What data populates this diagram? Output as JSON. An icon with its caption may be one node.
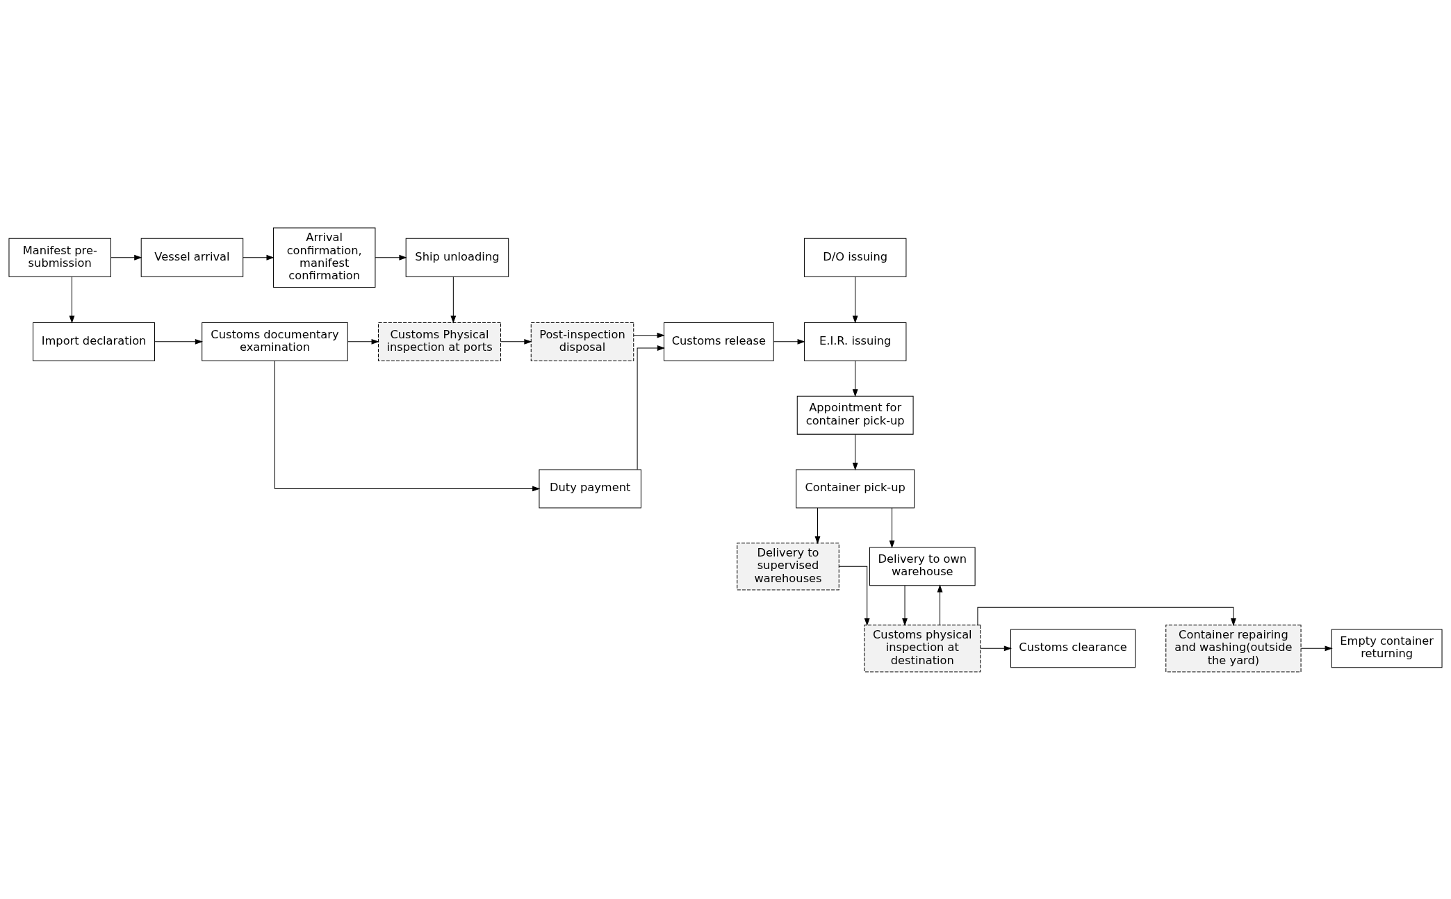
{
  "diagram": {
    "nodes": [
      {
        "text": [
          "Manifest pre-submission"
        ]
      },
      {
        "text": [
          "Vessel arrival"
        ]
      },
      {
        "text": [
          "Arrival confirmation, manifest confirmation"
        ]
      },
      {
        "text": [
          "Ship unloading"
        ]
      },
      {
        "text": [
          "D/O issuing"
        ]
      },
      {
        "text": [
          "Import declaration"
        ]
      },
      {
        "text": [
          "Customs documentary examination"
        ]
      },
      {
        "text": [
          "Customs Physical inspection at ports"
        ]
      },
      {
        "text": [
          "Post-inspection disposal"
        ]
      },
      {
        "text": [
          "Customs release"
        ]
      },
      {
        "text": [
          "E.I.R. issuing"
        ]
      },
      {
        "text": [
          "Appointment for container pick-up"
        ]
      },
      {
        "text": [
          "Duty payment"
        ]
      },
      {
        "text": [
          "Container pick-up"
        ]
      },
      {
        "text": [
          "Delivery to supervised warehouses"
        ]
      },
      {
        "text": [
          "Delivery to own warehouse"
        ]
      },
      {
        "text": [
          "Empty container returning"
        ]
      },
      {
        "text": [
          "Container repairing and washing(outside the yard)"
        ]
      },
      {
        "text": [
          "Customs physical inspection at destination"
        ]
      },
      {
        "text": [
          "Customs clearance"
        ]
      }
    ],
    "edges": [
      {
        "from": 0,
        "to": 1,
        "arrow": "to"
      },
      {
        "from": 1,
        "to": 2,
        "arrow": "to"
      },
      {
        "from": 2,
        "to": 3,
        "arrow": "to"
      },
      {
        "from": 0,
        "to": 5,
        "arrow": "to"
      },
      {
        "from": 3,
        "to": 7,
        "arrow": "to"
      },
      {
        "from": 4,
        "to": 10,
        "arrow": "to"
      },
      {
        "from": 5,
        "to": 6,
        "arrow": "to"
      },
      {
        "from": 6,
        "to": 7,
        "arrow": "to"
      },
      {
        "from": 7,
        "to": 8,
        "arrow": "to"
      },
      {
        "from": 8,
        "to": 9,
        "arrow": "to"
      },
      {
        "from": 9,
        "to": 10,
        "arrow": "to"
      },
      {
        "from": 6,
        "to": 12,
        "arrow": "to"
      },
      {
        "from": 12,
        "to": 9,
        "arrow": "to"
      },
      {
        "from": 10,
        "to": 11,
        "arrow": "to"
      },
      {
        "from": 11,
        "to": 13,
        "arrow": "to"
      },
      {
        "from": 13,
        "to": 14,
        "arrow": "to"
      },
      {
        "from": 13,
        "to": 15,
        "arrow": "to"
      },
      {
        "from": 14,
        "to": 18,
        "arrow": "to"
      },
      {
        "from": 18,
        "to": 15,
        "arrow": "to"
      },
      {
        "from": 15,
        "to": 18,
        "arrow": "to"
      },
      {
        "from": 18,
        "to": 17,
        "arrow": "to"
      },
      {
        "from": 17,
        "to": 16,
        "arrow": "to"
      },
      {
        "from": 18,
        "to": 19,
        "arrow": "to"
      }
    ]
  }
}
